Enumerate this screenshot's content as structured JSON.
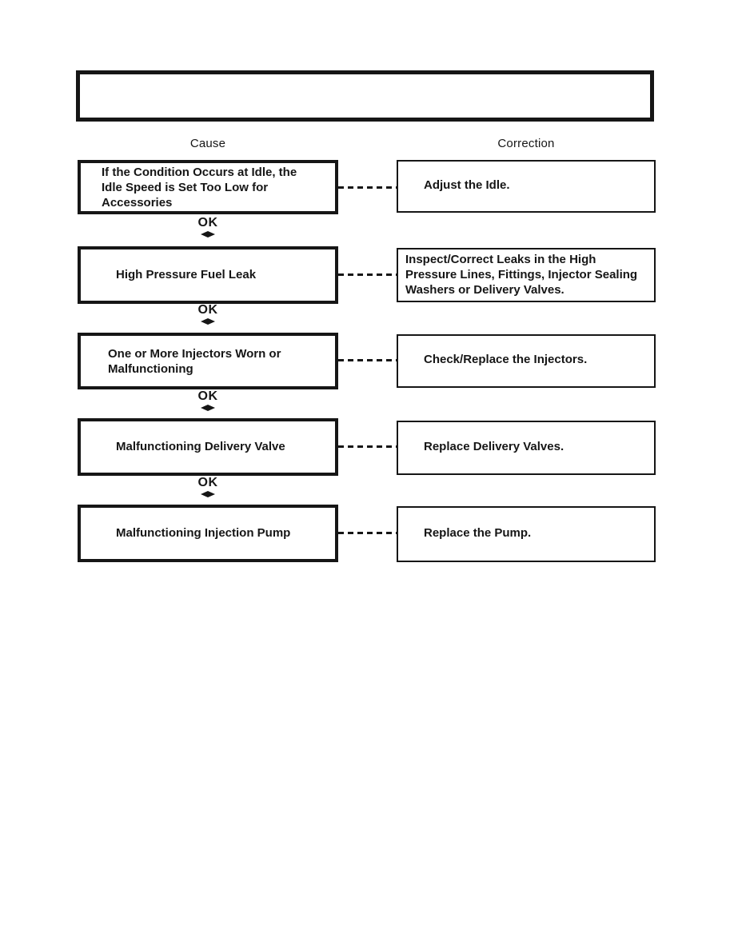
{
  "page": {
    "background": "#ffffff",
    "ink": "#161616"
  },
  "title_box": {
    "text": ""
  },
  "column_headers": {
    "cause": "Cause",
    "correction": "Correction"
  },
  "rows": [
    {
      "cause": "If the Condition Occurs at Idle, the\nIdle Speed is Set Too Low for\nAccessories",
      "correction": "Adjust the Idle."
    },
    {
      "cause": "High Pressure Fuel Leak",
      "correction": "Inspect/Correct Leaks in the High\nPressure Lines, Fittings, Injector Sealing\nWashers or Delivery Valves."
    },
    {
      "cause": "One or More Injectors Worn or\nMalfunctioning",
      "correction": "Check/Replace the Injectors."
    },
    {
      "cause": "Malfunctioning Delivery Valve",
      "correction": "Replace Delivery Valves."
    },
    {
      "cause": "Malfunctioning Injection Pump",
      "correction": "Replace the Pump."
    }
  ],
  "ok_separators": [
    "OK",
    "OK",
    "OK",
    "OK"
  ]
}
